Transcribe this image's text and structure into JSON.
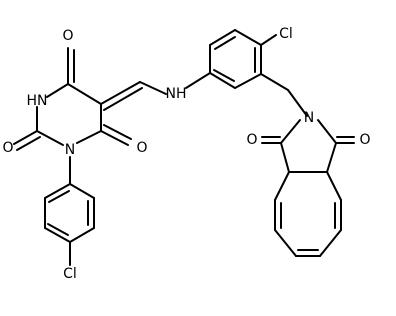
{
  "molecule": {
    "atoms": {
      "O_top": "O",
      "HN_ring": "HN",
      "O_left": "O",
      "N_ring": "N",
      "O_bottom": "O",
      "Cl_phenyl": "Cl",
      "NH_link": "NH",
      "Cl_benzyl": "Cl",
      "N_imide": "N",
      "O_imide_left": "O",
      "O_imide_right": "O"
    }
  }
}
